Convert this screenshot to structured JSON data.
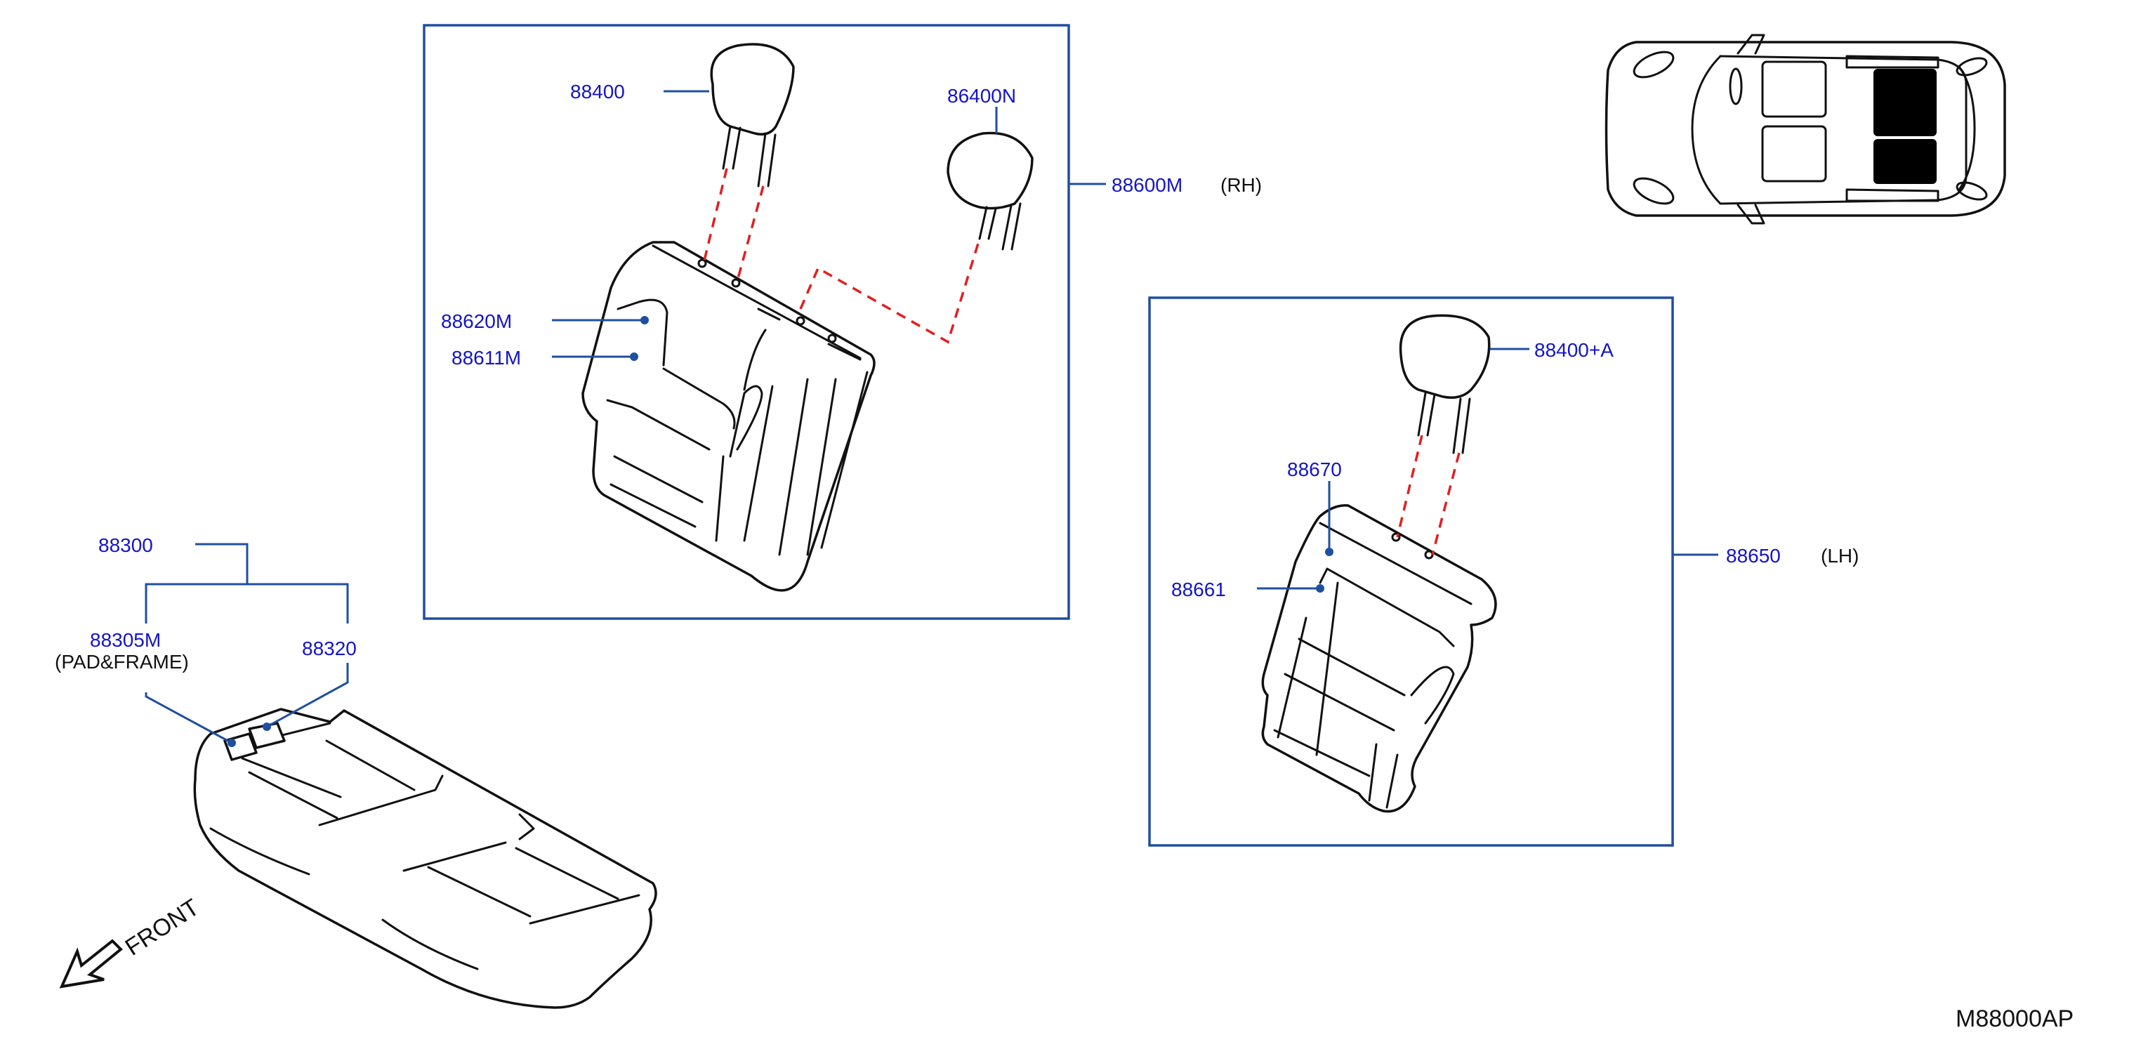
{
  "labels": {
    "p88400": "88400",
    "p86400N": "86400N",
    "p88600M": "88600M",
    "rh": "(RH)",
    "p88620M": "88620M",
    "p88611M": "88611M",
    "p88400A": "88400+A",
    "p88670": "88670",
    "p88661": "88661",
    "p88650": "88650",
    "lh": "(LH)",
    "p88300": "88300",
    "p88305M": "88305M",
    "padframe": "(PAD&FRAME)",
    "p88320": "88320",
    "front": "FRONT",
    "ref": "M88000AP"
  },
  "colors": {
    "label": "#1414c8",
    "leader": "#1f4fa0",
    "connector": "#e02020",
    "part": "#111111",
    "highlight": "#000000"
  },
  "icons": {
    "front_arrow": "front-arrow-icon",
    "vehicle": "vehicle-top-view-icon"
  }
}
